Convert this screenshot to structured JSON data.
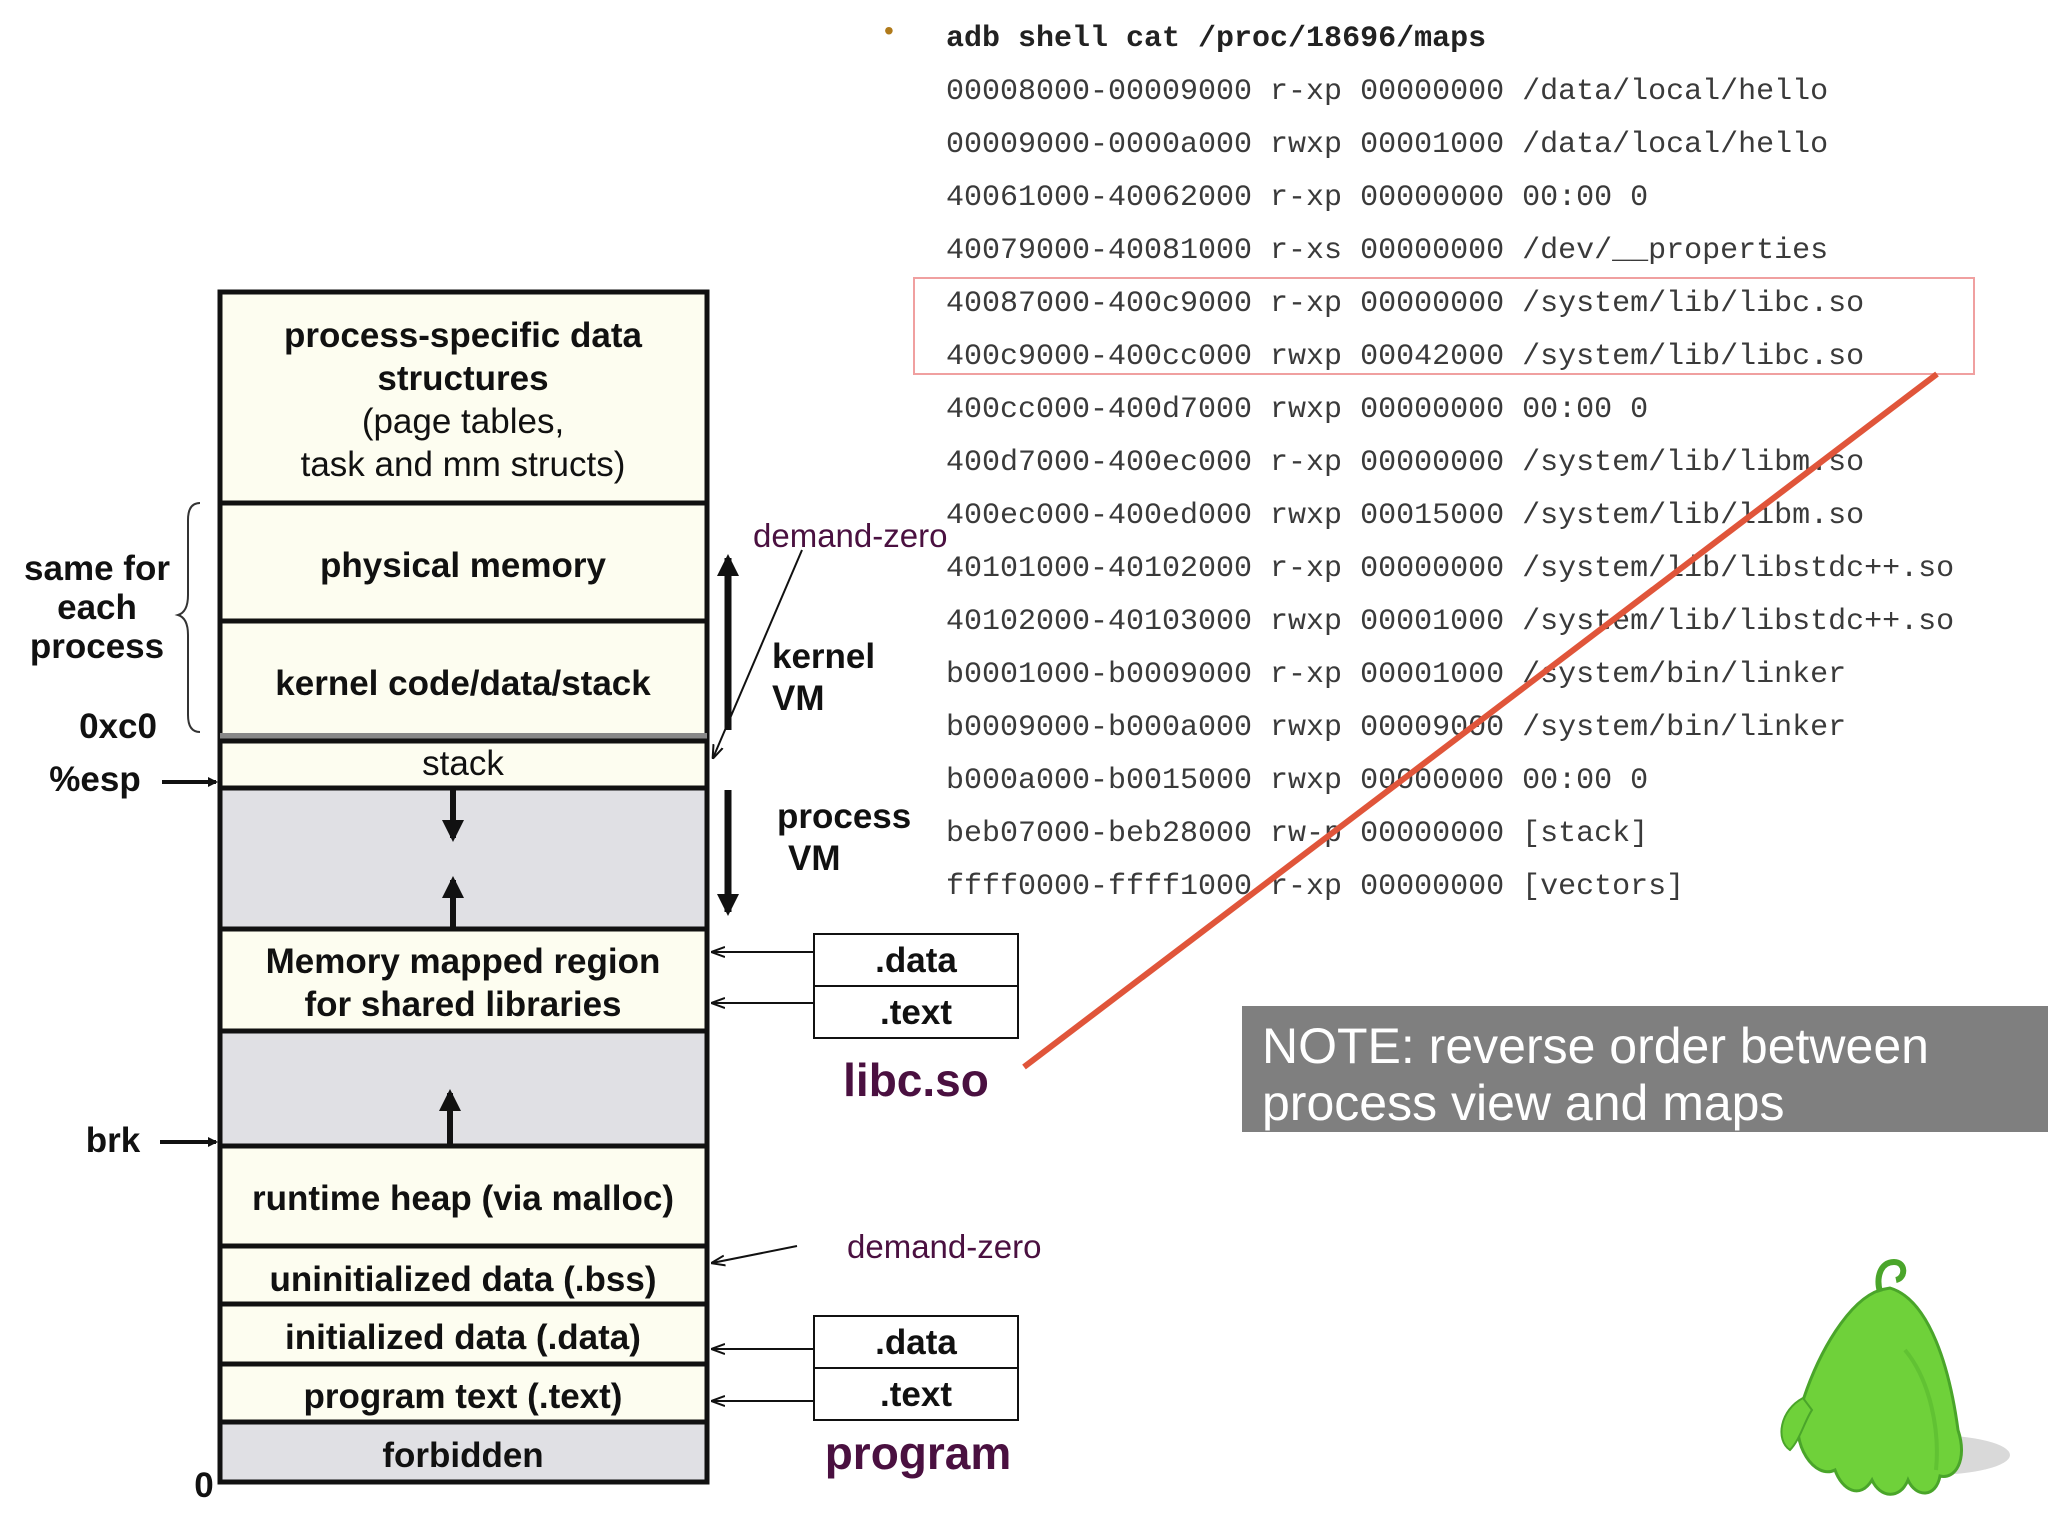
{
  "segments": [
    {
      "label_lines": [
        "process-specific data",
        "structures",
        "(page tables,",
        "task and mm structs)"
      ],
      "bold_lines": 2
    },
    {
      "label_lines": [
        "physical memory"
      ],
      "bold_lines": 1
    },
    {
      "label_lines": [
        "kernel code/data/stack"
      ],
      "bold_lines": 1
    },
    {
      "label_lines": [
        "stack"
      ],
      "bold_lines": 0
    },
    {
      "label_lines": [
        ""
      ],
      "bold_lines": 0
    },
    {
      "label_lines": [
        "Memory mapped region",
        "for shared libraries"
      ],
      "bold_lines": 2
    },
    {
      "label_lines": [
        ""
      ],
      "bold_lines": 0
    },
    {
      "label_lines": [
        "runtime heap (via malloc)"
      ],
      "bold_lines": 1
    },
    {
      "label_lines": [
        "uninitialized data (.bss)"
      ],
      "bold_lines": 1
    },
    {
      "label_lines": [
        "initialized data (.data)"
      ],
      "bold_lines": 1
    },
    {
      "label_lines": [
        "program text (.text)"
      ],
      "bold_lines": 1
    },
    {
      "label_lines": [
        "forbidden"
      ],
      "bold_lines": 1
    }
  ],
  "side_labels": {
    "same_for_each_process": [
      "same for",
      "each",
      "process"
    ],
    "hex_0xc0": "0xc0",
    "esp": "%esp",
    "brk": "brk",
    "zero": "0"
  },
  "vm_labels": {
    "kernel_vm": [
      "kernel",
      "VM"
    ],
    "process_vm": [
      "process",
      "VM"
    ],
    "demand_zero_top": "demand-zero",
    "demand_zero_bottom": "demand-zero"
  },
  "libc_box": {
    "data": ".data",
    "text": ".text",
    "name": "libc.so"
  },
  "program_box": {
    "data": ".data",
    "text": ".text",
    "name": "program"
  },
  "maps": {
    "bullet": "•",
    "command": "adb shell cat /proc/18696/maps",
    "lines": [
      "00008000-00009000 r-xp 00000000 /data/local/hello",
      "00009000-0000a000 rwxp 00001000 /data/local/hello",
      "40061000-40062000 r-xp 00000000 00:00 0",
      "40079000-40081000 r-xs 00000000 /dev/__properties",
      "40087000-400c9000 r-xp 00000000 /system/lib/libc.so",
      "400c9000-400cc000 rwxp 00042000 /system/lib/libc.so",
      "400cc000-400d7000 rwxp 00000000 00:00 0",
      "400d7000-400ec000 r-xp 00000000 /system/lib/libm.so",
      "400ec000-400ed000 rwxp 00015000 /system/lib/libm.so",
      "40101000-40102000 r-xp 00000000 /system/lib/libstdc++.so",
      "40102000-40103000 rwxp 00001000 /system/lib/libstdc++.so",
      "b0001000-b0009000 r-xp 00001000 /system/bin/linker",
      "b0009000-b000a000 rwxp 00009000 /system/bin/linker",
      "b000a000-b0015000 rwxp 00000000 00:00 0",
      "beb07000-beb28000 rw-p 00000000 [stack]",
      "ffff0000-ffff1000 r-xp 00000000 [vectors]"
    ]
  },
  "note": [
    "NOTE: reverse order between",
    "process view and maps"
  ],
  "colors": {
    "segment_fill": "#fdfdf0",
    "gray_fill": "#e0e0e4",
    "purple": "#4a1040",
    "accent_line": "#e0553a",
    "note_bg": "#7f7f7f",
    "android_green": "#6fd13a"
  }
}
